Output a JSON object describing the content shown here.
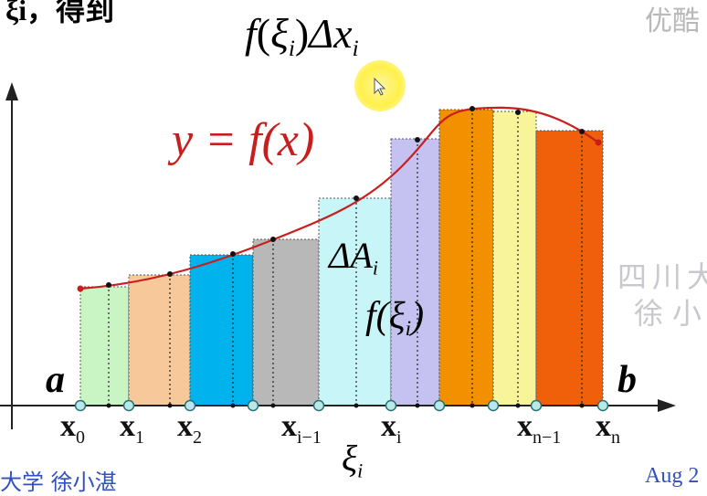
{
  "header": {
    "top_left_fragment": "ξi，得到",
    "watermark_top_right": "优酷",
    "formula_prefix": "f",
    "formula_xi": "ξ",
    "formula_xi_sub": "i",
    "formula_delta_x": "Δx",
    "formula_delta_x_sub": "i"
  },
  "curve_label": "y = f(x)",
  "area_label": {
    "main": "ΔA",
    "sub": "i"
  },
  "height_label": {
    "f": "f(ξ",
    "sub": "i",
    "close": ")"
  },
  "endpoints": {
    "a": "a",
    "b": "b"
  },
  "x_labels": [
    {
      "main": "x",
      "sub": "0"
    },
    {
      "main": "x",
      "sub": "1"
    },
    {
      "main": "x",
      "sub": "2"
    },
    {
      "main": "x",
      "sub": "i−1"
    },
    {
      "main": "x",
      "sub": "i"
    },
    {
      "main": "x",
      "sub": "n−1"
    },
    {
      "main": "x",
      "sub": "n"
    }
  ],
  "xi_label": {
    "main": "ξ",
    "sub": "i"
  },
  "watermarks": {
    "right_1": "四川大",
    "right_2": "徐小",
    "bottom_left": "大学   徐小湛",
    "bottom_right": "Aug 2"
  },
  "rect_colors": [
    "#c9f5c5",
    "#f6c89a",
    "#00b3ec",
    "#b8b8b8",
    "#c8f6f8",
    "#c5c2f2",
    "#f39000",
    "#f8f49a",
    "#f0600a"
  ],
  "curve_color": "#c81e1e",
  "axis_color": "#222222",
  "node_color": "#b8e8ea"
}
